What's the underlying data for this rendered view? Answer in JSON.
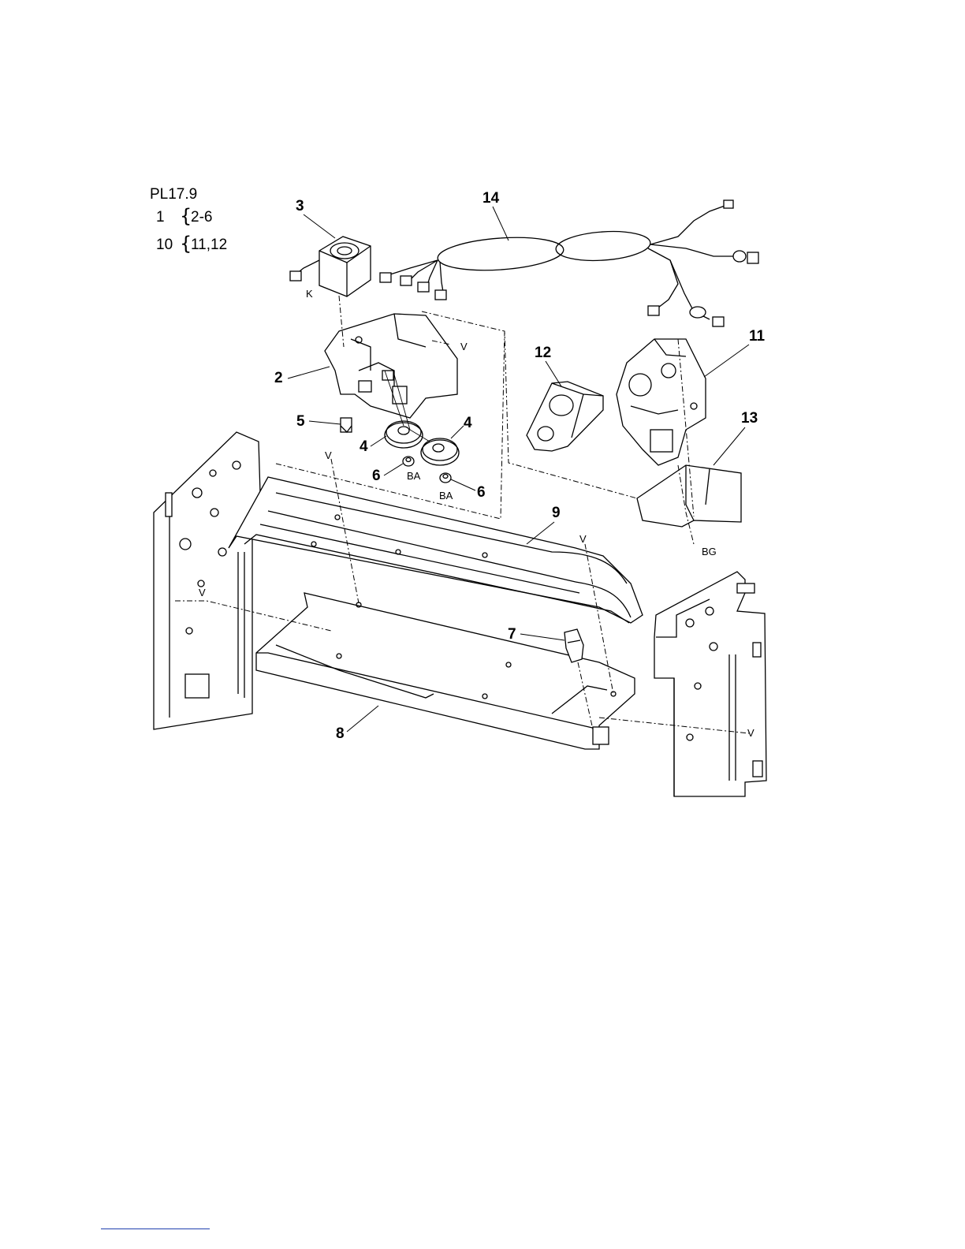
{
  "diagram": {
    "plate_id": "PL17.9",
    "legend": [
      {
        "item": "1",
        "parts": "2-6"
      },
      {
        "item": "10",
        "parts": "11,12"
      }
    ],
    "callouts": [
      "2",
      "3",
      "4",
      "4",
      "5",
      "6",
      "6",
      "7",
      "8",
      "9",
      "11",
      "12",
      "13",
      "14"
    ],
    "letters": [
      "K",
      "V",
      "V",
      "V",
      "V",
      "V",
      "BA",
      "BA",
      "BG"
    ]
  },
  "footer": {
    "color": "#1f3fae"
  }
}
